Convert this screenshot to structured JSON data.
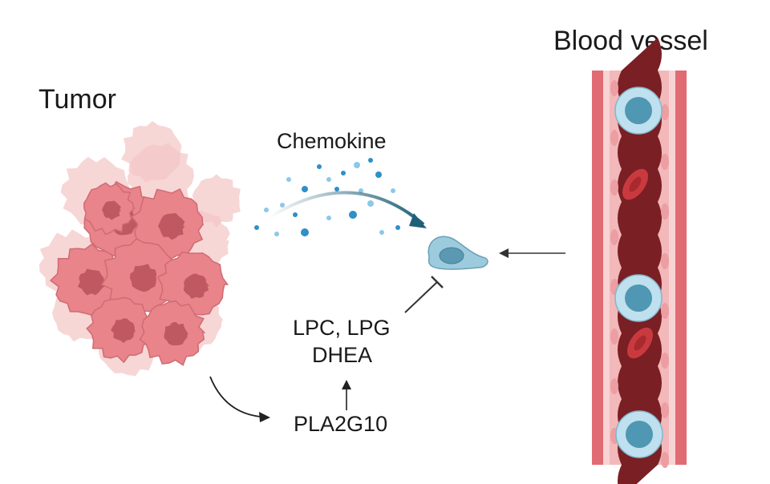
{
  "labels": {
    "tumor": "Tumor",
    "blood_vessel": "Blood vessel",
    "chemokine": "Chemokine",
    "lipids_line1": "LPC, LPG",
    "lipids_line2": "DHEA",
    "enzyme": "PLA2G10"
  },
  "colors": {
    "tumor_cell": "#e8848a",
    "tumor_cell_light": "#f4c4c4",
    "tumor_nucleus": "#b9505a",
    "vessel_wall": "#e06b72",
    "vessel_lumen": "#7a1f24",
    "chemokine_dot": "#2f8fc9",
    "chemokine_dot_light": "#8cc8ea",
    "arrow_curve": "#1f5f78",
    "immune_cell": "#8fc3d7",
    "immune_nucleus": "#4d8fa8",
    "rbc": "#c93a3f",
    "leukocyte_outer": "#bfe0ee",
    "leukocyte_inner": "#4f97b3"
  },
  "icons": [
    "tumor-cluster-icon",
    "immune-cell-icon",
    "blood-vessel-icon",
    "red-blood-cell-icon",
    "leukocyte-icon"
  ]
}
